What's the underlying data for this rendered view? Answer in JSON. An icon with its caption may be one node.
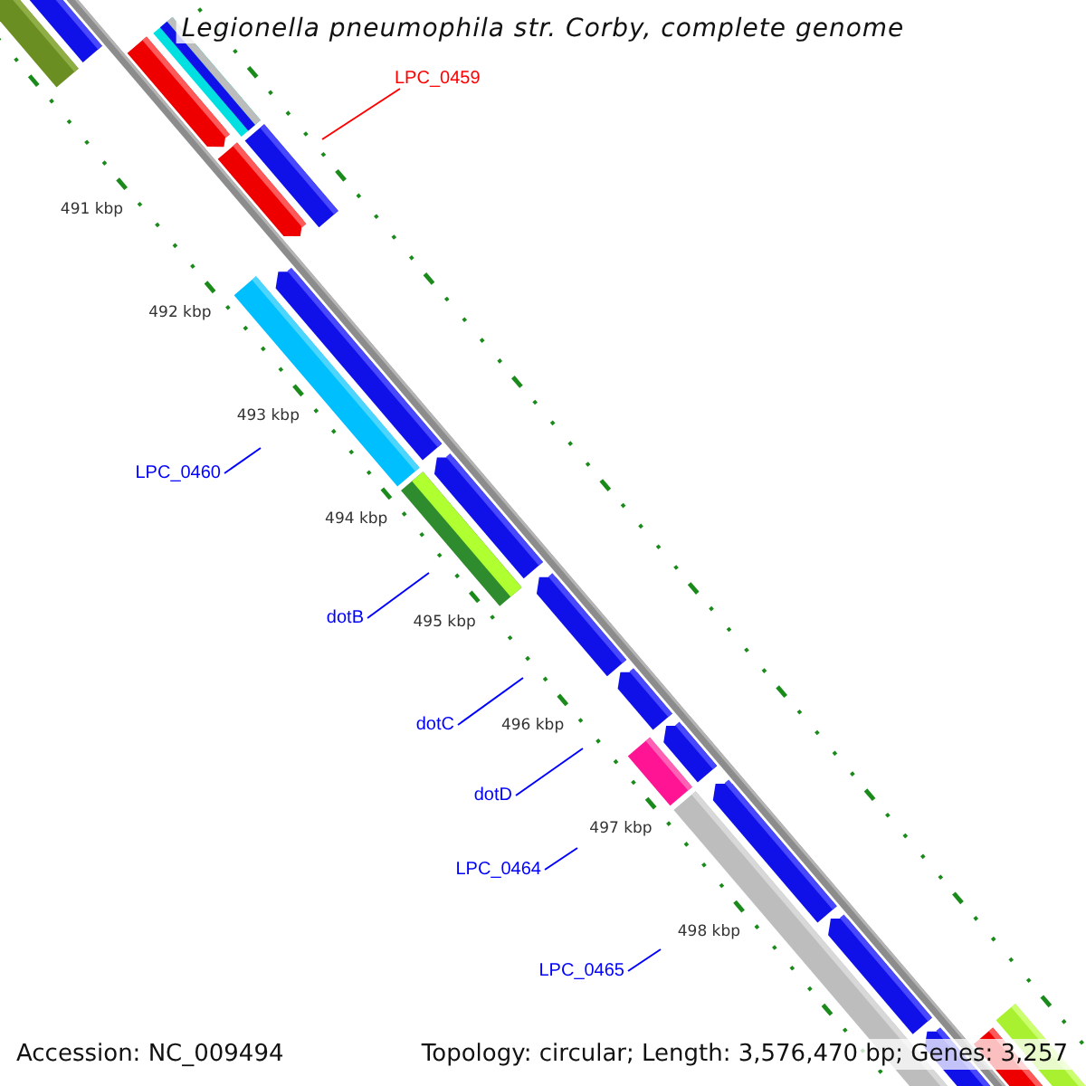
{
  "diagram": {
    "title": "Legionella pneumophila str. Corby, complete genome",
    "nodes": [
      {
        "text": [
          "LPC_0459"
        ]
      },
      {
        "text": [
          "LPC_0460"
        ]
      },
      {
        "text": [
          "dotB"
        ]
      },
      {
        "text": [
          "dotC"
        ]
      },
      {
        "text": [
          "dotD"
        ]
      },
      {
        "text": [
          "LPC_0464"
        ]
      },
      {
        "text": [
          "LPC_0465"
        ]
      }
    ],
    "edges": [
      {
        "from": 0,
        "to": null,
        "arrow": "none",
        "color": "#ff0000"
      },
      {
        "from": 1,
        "to": null,
        "arrow": "none"
      },
      {
        "from": 2,
        "to": null,
        "arrow": "none"
      },
      {
        "from": 3,
        "to": null,
        "arrow": "none"
      },
      {
        "from": 4,
        "to": null,
        "arrow": "none"
      },
      {
        "from": 5,
        "to": null,
        "arrow": "none"
      },
      {
        "from": 6,
        "to": null,
        "arrow": "none"
      }
    ],
    "labels": [
      "491 kbp",
      "492 kbp",
      "493 kbp",
      "494 kbp",
      "495 kbp",
      "496 kbp",
      "497 kbp",
      "498 kbp",
      "Accession: NC_009494",
      "Topology: circular; Length: 3,576,470 bp; Genes: 3,257"
    ]
  }
}
